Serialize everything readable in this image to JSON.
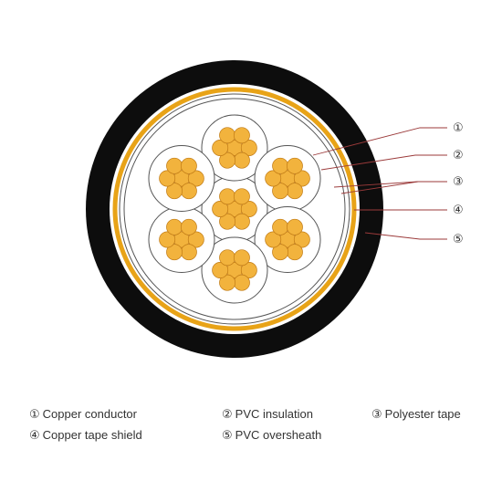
{
  "colors": {
    "sheath": "#0d0d0d",
    "copper_tape": "#e8a317",
    "copper_wire": "#f2b33d",
    "wire_outline": "#c07a14",
    "insulation_line": "#555555",
    "leader_line": "#9b3a3a"
  },
  "callouts": [
    {
      "num": "①"
    },
    {
      "num": "②"
    },
    {
      "num": "③"
    },
    {
      "num": "④"
    },
    {
      "num": "⑤"
    }
  ],
  "legend": [
    {
      "num": "①",
      "label": "Copper conductor"
    },
    {
      "num": "②",
      "label": "PVC insulation"
    },
    {
      "num": "③",
      "label": "Polyester tape"
    },
    {
      "num": "④",
      "label": "Copper tape shield"
    },
    {
      "num": "⑤",
      "label": "PVC oversheath"
    }
  ]
}
